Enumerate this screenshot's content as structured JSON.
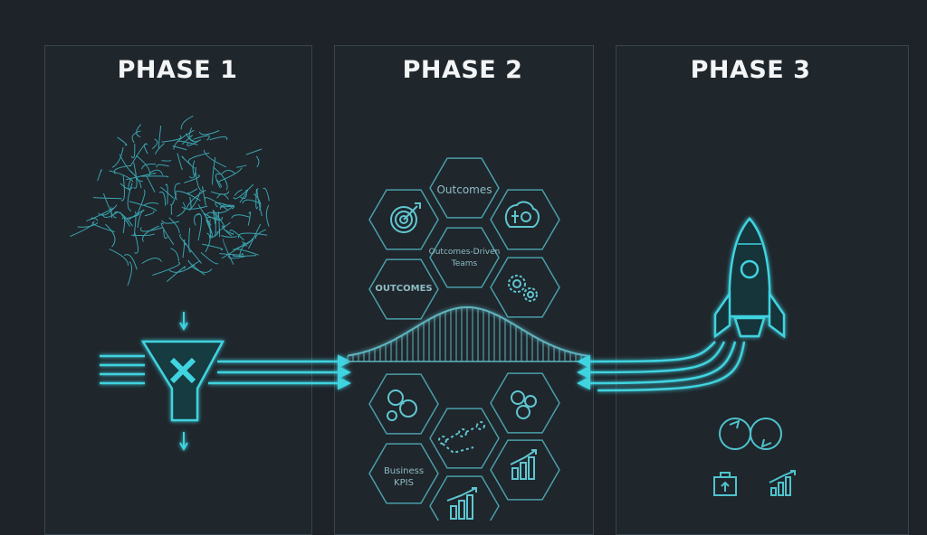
{
  "phases": [
    {
      "title": "PHASE 1"
    },
    {
      "title": "PHASE 2"
    },
    {
      "title": "PHASE 3"
    }
  ],
  "hexes": {
    "outcomes": "Outcomes",
    "teams_line1": "Outcomes-Driven",
    "teams_line2": "Teams",
    "blurred": "OUTCOMES",
    "kpis_line1": "Business",
    "kpis_line2": "KPIS"
  },
  "colors": {
    "background": "#1d2329",
    "accent": "#3fd3e0",
    "line": "#5fb5bf"
  }
}
